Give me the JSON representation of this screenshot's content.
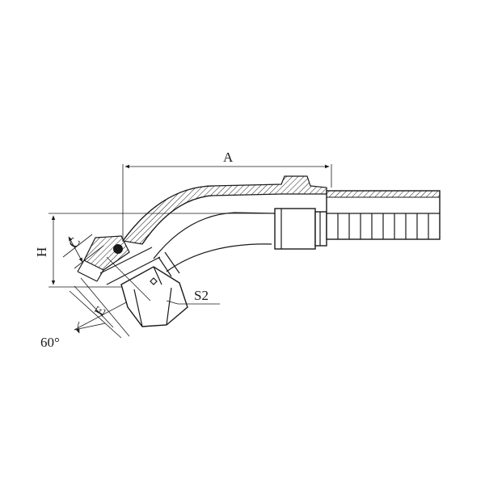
{
  "diagram": {
    "labels": {
      "A": "A",
      "H": "H",
      "C": "C",
      "E": "E",
      "S2": "S2",
      "angle": "60°"
    }
  }
}
